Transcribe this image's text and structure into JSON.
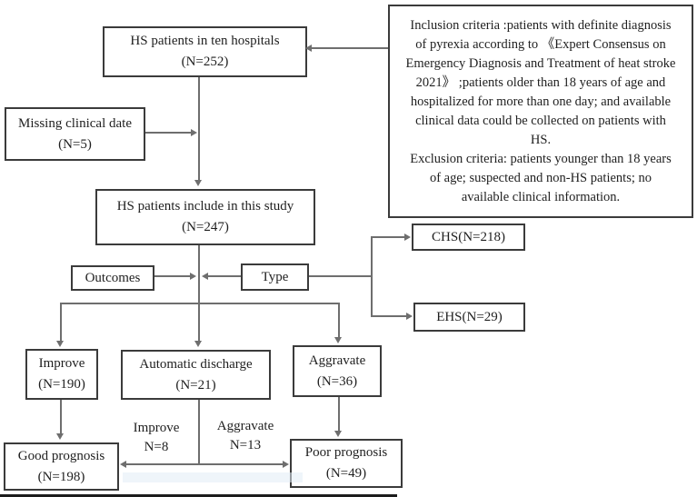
{
  "figure": {
    "type": "flowchart",
    "boxes": {
      "hospitals": "HS patients in ten hospitals\n(N=252)",
      "criteria": "Inclusion criteria :patients with definite diagnosis\nof pyrexia according to 《Expert Consensus on\nEmergency Diagnosis and Treatment of heat stroke\n2021》 ;patients older than 18 years of age and\nhospitalized for more than one day; and available\nclinical data could be collected on patients with\nHS.\nExclusion criteria: patients younger than 18 years\nof age; suspected and non-HS patients; no\navailable clinical information.",
      "missing": "Missing clinical date\n(N=5)",
      "include": "HS patients include in this study\n(N=247)",
      "outcomes": "Outcomes",
      "type": "Type",
      "chs": "CHS(N=218)",
      "ehs": "EHS(N=29)",
      "improve": "Improve\n(N=190)",
      "automatic_discharge": "Automatic discharge\n(N=21)",
      "aggravate": "Aggravate\n(N=36)",
      "good_prognosis": "Good prognosis\n(N=198)",
      "poor_prognosis": "Poor prognosis\n(N=49)"
    },
    "edge_labels": {
      "improve": "Improve\nN=8",
      "aggravate": "Aggravate\nN=13"
    },
    "colors": {
      "line": "#6e6e6e",
      "box_border": "#3b3b3b",
      "text": "#1f1f1f",
      "background": "#ffffff"
    }
  }
}
